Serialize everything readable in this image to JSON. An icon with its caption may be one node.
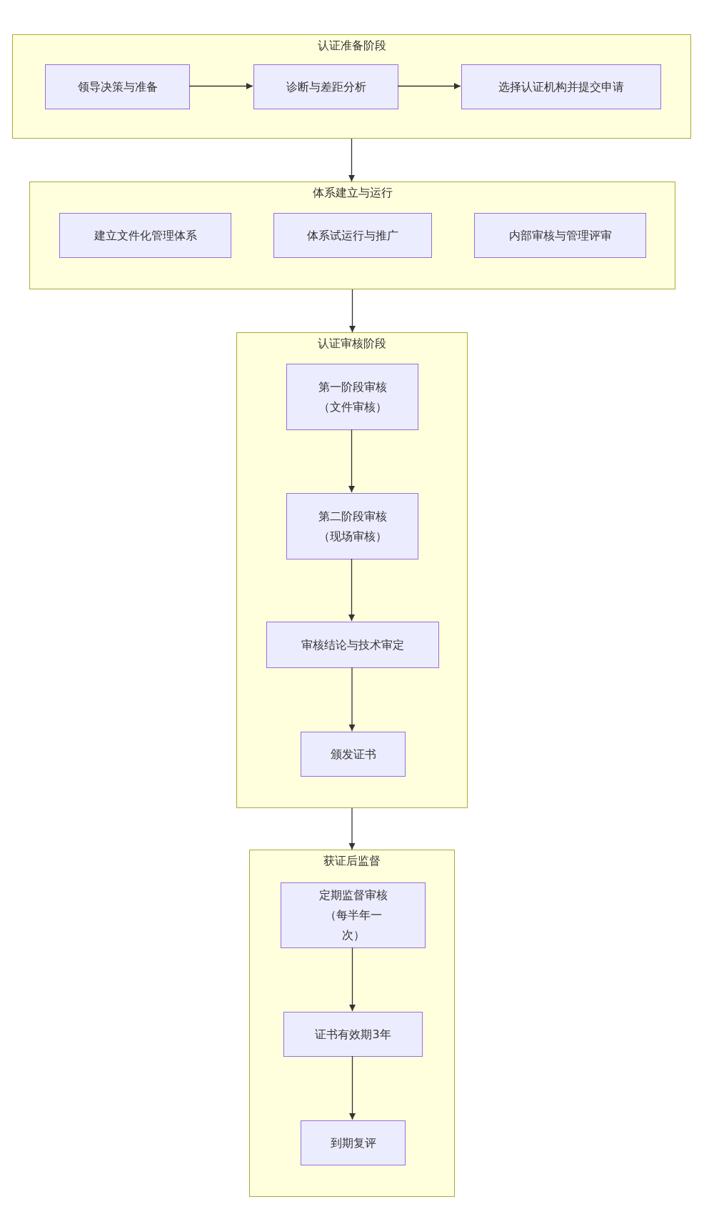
{
  "diagram": {
    "nodes": [
      {
        "text": [
          "认证准备阶段"
        ]
      },
      {
        "text": [
          "领导决策与准备"
        ],
        "in": 0
      },
      {
        "text": [
          "诊断与差距分析"
        ],
        "in": 0
      },
      {
        "text": [
          "选择认证机构并提交申请"
        ],
        "in": 0
      },
      {
        "text": [
          "体系建立与运行"
        ]
      },
      {
        "text": [
          "建立文件化管理体系"
        ],
        "in": 4
      },
      {
        "text": [
          "体系试运行与推广"
        ],
        "in": 4
      },
      {
        "text": [
          "内部审核与管理评审"
        ],
        "in": 4
      },
      {
        "text": [
          "认证审核阶段"
        ]
      },
      {
        "text": [
          "第一阶段审核（文件审核）"
        ],
        "in": 8
      },
      {
        "text": [
          "第二阶段审核（现场审核）"
        ],
        "in": 8
      },
      {
        "text": [
          "审核结论与技术审定"
        ],
        "in": 8
      },
      {
        "text": [
          "颁发证书"
        ],
        "in": 8
      },
      {
        "text": [
          "获证后监督"
        ]
      },
      {
        "text": [
          "定期监督审核（每半年一次）"
        ],
        "in": 13
      },
      {
        "text": [
          "证书有效期3年"
        ],
        "in": 13
      },
      {
        "text": [
          "到期复评"
        ],
        "in": 13
      }
    ],
    "edges": [
      {
        "from": 1,
        "to": 2,
        "arrow": "to"
      },
      {
        "from": 2,
        "to": 3,
        "arrow": "to"
      },
      {
        "from": 0,
        "to": 4,
        "arrow": "to"
      },
      {
        "from": 4,
        "to": 8,
        "arrow": "to"
      },
      {
        "from": 9,
        "to": 10,
        "arrow": "to"
      },
      {
        "from": 10,
        "to": 11,
        "arrow": "to"
      },
      {
        "from": 11,
        "to": 12,
        "arrow": "to"
      },
      {
        "from": 8,
        "to": 13,
        "arrow": "to"
      },
      {
        "from": 14,
        "to": 15,
        "arrow": "to"
      },
      {
        "from": 15,
        "to": 16,
        "arrow": "to"
      }
    ]
  }
}
